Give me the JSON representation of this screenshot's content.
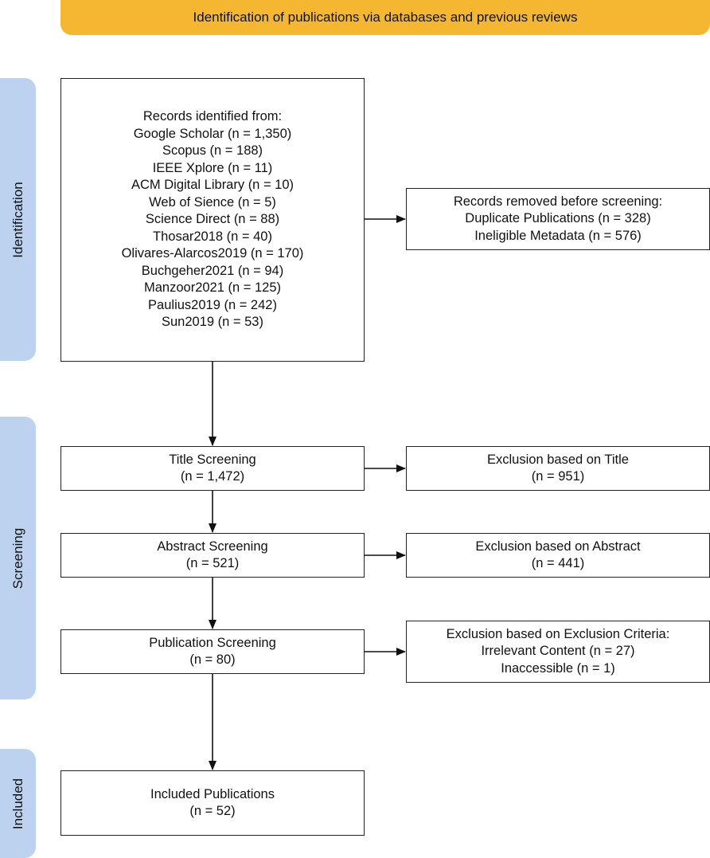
{
  "header": {
    "title": "Identification of publications via databases and previous reviews"
  },
  "phases": {
    "identification": "Identification",
    "screening": "Screening",
    "included": "Included"
  },
  "boxes": {
    "records_identified": {
      "lines": [
        "Records identified from:",
        "Google Scholar (n = 1,350)",
        "Scopus (n = 188)",
        "IEEE Xplore (n = 11)",
        "ACM Digital Library (n = 10)",
        "Web of Sience (n = 5)",
        "Science Direct (n = 88)",
        "Thosar2018 (n = 40)",
        "Olivares-Alarcos2019 (n = 170)",
        "Buchgeher2021 (n = 94)",
        "Manzoor2021 (n = 125)",
        "Paulius2019 (n = 242)",
        "Sun2019 (n = 53)"
      ]
    },
    "records_removed": {
      "lines": [
        "Records removed before screening:",
        "Duplicate Publications (n = 328)",
        "Ineligible Metadata (n = 576)"
      ]
    },
    "title_screening": {
      "lines": [
        "Title Screening",
        "(n = 1,472)"
      ]
    },
    "exclusion_title": {
      "lines": [
        "Exclusion based on Title",
        "(n = 951)"
      ]
    },
    "abstract_screening": {
      "lines": [
        "Abstract Screening",
        "(n = 521)"
      ]
    },
    "exclusion_abstract": {
      "lines": [
        "Exclusion based on Abstract",
        "(n = 441)"
      ]
    },
    "publication_screening": {
      "lines": [
        "Publication Screening",
        "(n = 80)"
      ]
    },
    "exclusion_criteria": {
      "lines": [
        "Exclusion based on Exclusion Criteria:",
        "Irrelevant Content (n = 27)",
        "Inaccessible (n = 1)"
      ]
    },
    "included_publications": {
      "lines": [
        "Included Publications",
        "(n = 52)"
      ]
    }
  }
}
